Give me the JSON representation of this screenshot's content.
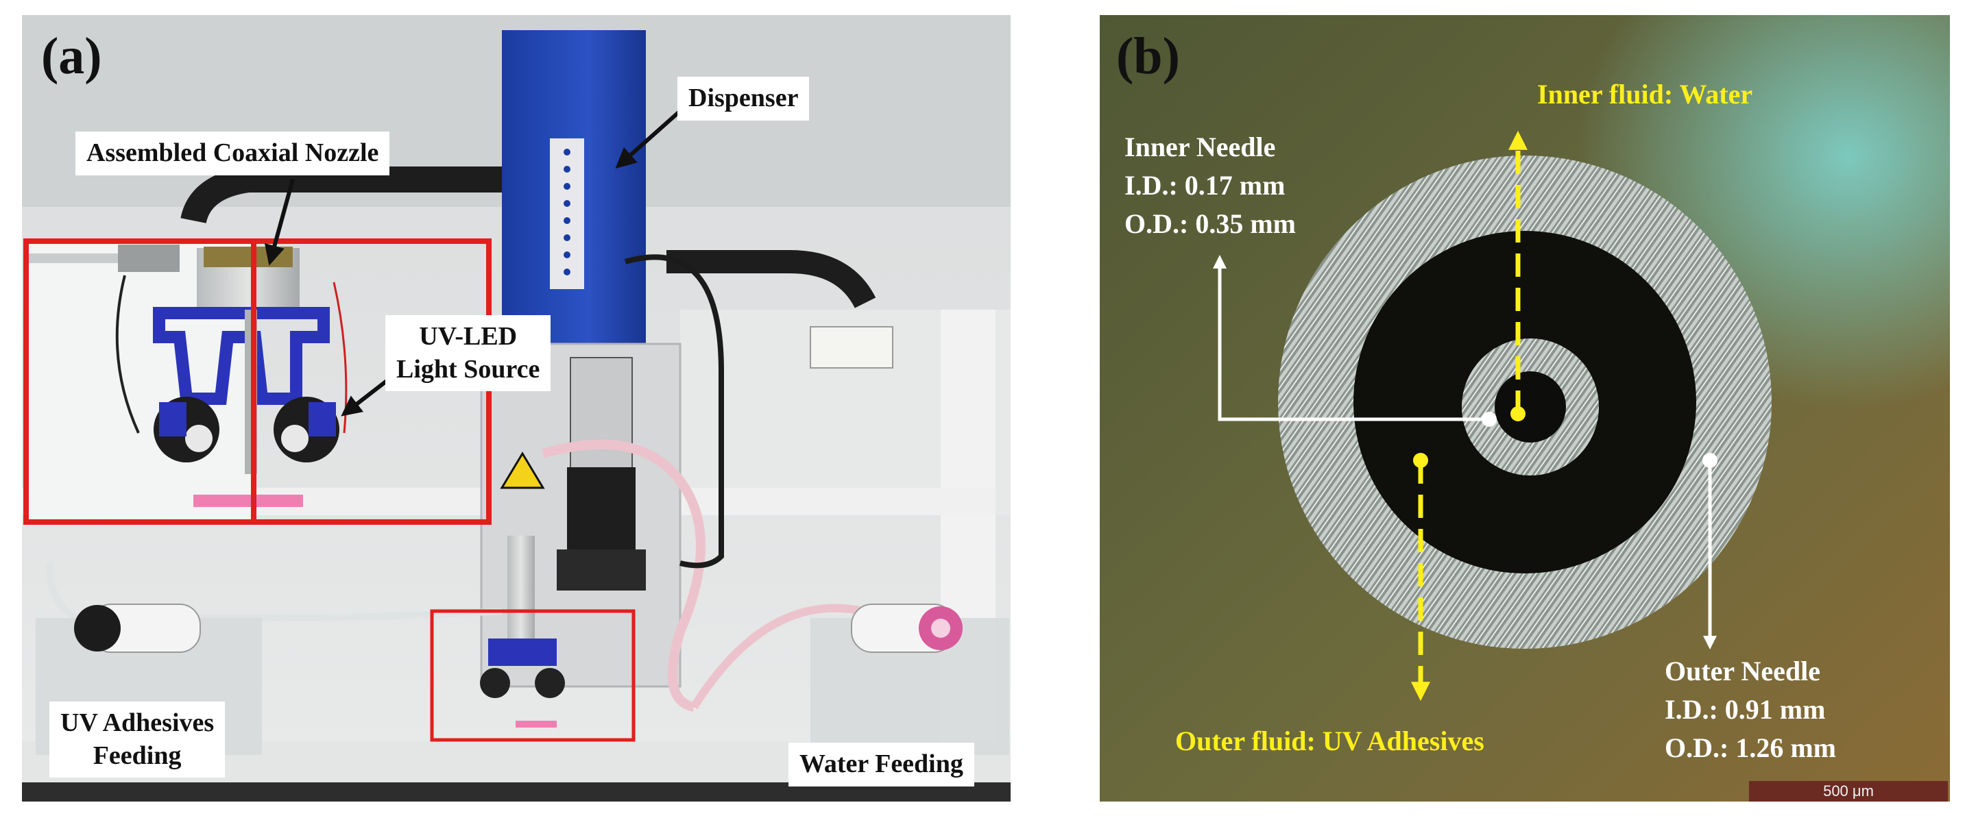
{
  "panel_a": {
    "label": "(a)",
    "callouts": {
      "nozzle": "Assembled Coaxial Nozzle",
      "dispenser": "Dispenser",
      "uv_led_line1": "UV-LED",
      "uv_led_line2": "Light Source",
      "uv_feed_line1": "UV Adhesives",
      "uv_feed_line2": "Feeding",
      "water_feed": "Water Feeding"
    },
    "colors": {
      "highlight_box": "#e0201c",
      "dispenser_body": "#1d3fa6",
      "nozzle_bracket": "#2b34b8"
    }
  },
  "panel_b": {
    "label": "(b)",
    "inner_fluid": "Inner fluid: Water",
    "inner_needle": {
      "title": "Inner Needle",
      "id": "I.D.: 0.17 mm",
      "od": "O.D.: 0.35 mm"
    },
    "outer_needle": {
      "title": "Outer Needle",
      "id": "I.D.: 0.91 mm",
      "od": "O.D.: 1.26 mm"
    },
    "outer_fluid": "Outer fluid: UV Adhesives",
    "scale_bar": "500 μm",
    "colors": {
      "annotation_yellow": "#ffef1a",
      "annotation_white": "#ffffff",
      "scale_bar": "#6b2a22"
    }
  }
}
